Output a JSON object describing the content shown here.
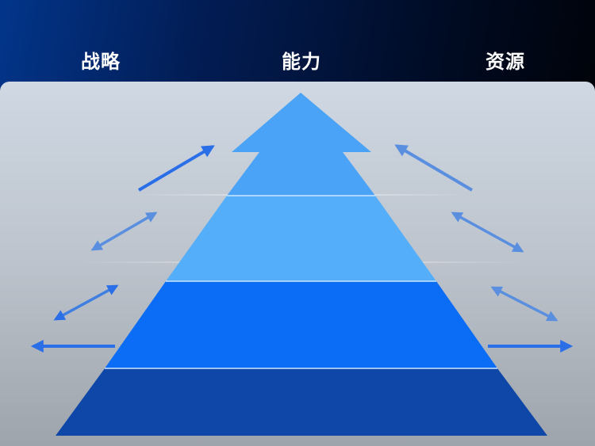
{
  "header": {
    "labels": [
      "战略",
      "能力",
      "资源"
    ]
  },
  "colors": {
    "layer1": "#4aa3f6",
    "layer2": "#55aefa",
    "layer3": "#0b6cf6",
    "layer4": "#0e47a8",
    "arrow": "#2a6ee8"
  }
}
